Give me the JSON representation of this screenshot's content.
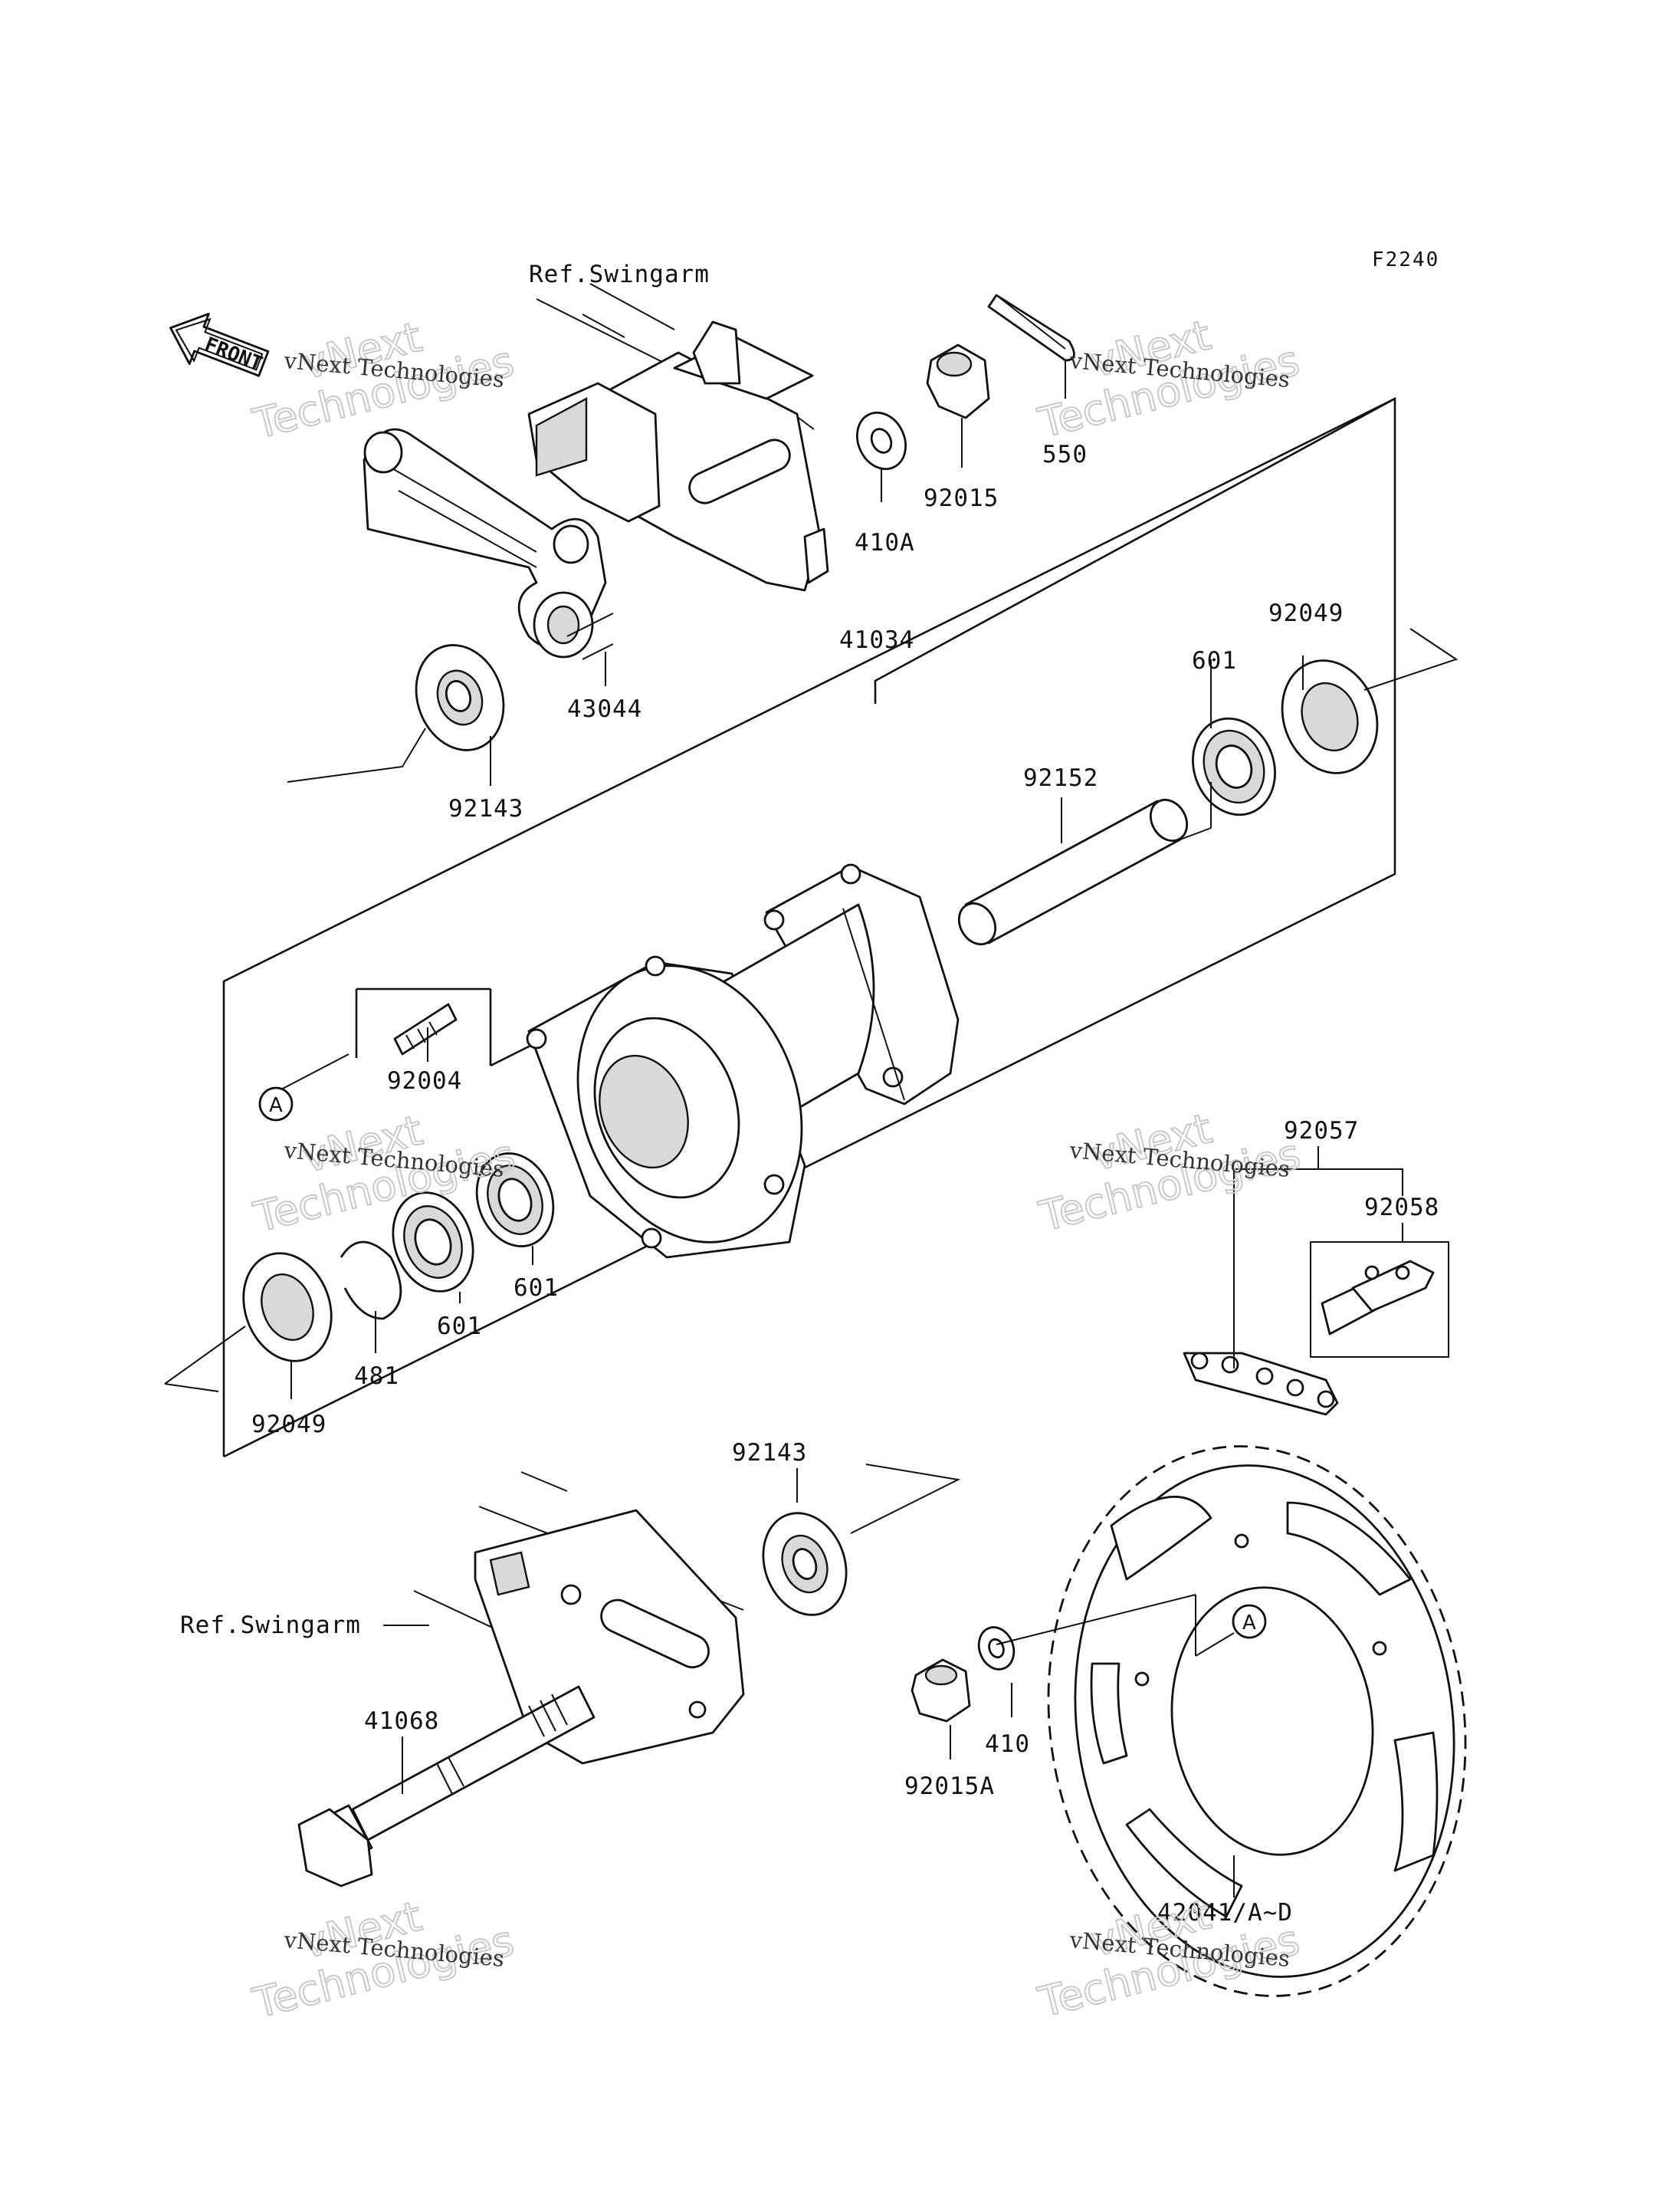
{
  "figure_code": "F2240",
  "front_arrow_label": "FRONT",
  "ref_labels": {
    "top": "Ref.Swingarm",
    "bottom": "Ref.Swingarm"
  },
  "parts": {
    "p550": "550",
    "p92015": "92015",
    "p410A": "410A",
    "p41034": "41034",
    "p92049_top": "92049",
    "p601_top": "601",
    "p43044": "43044",
    "p92143_top": "92143",
    "p92152": "92152",
    "p92004": "92004",
    "p601_a": "601",
    "p601_b": "601",
    "p481": "481",
    "p92049_bottom": "92049",
    "p92057": "92057",
    "p92058": "92058",
    "p92143_bottom": "92143",
    "p41068": "41068",
    "p410": "410",
    "p92015A": "92015A",
    "p42041": "42041/A~D"
  },
  "circle_markers": {
    "left": "A",
    "sprocket": "A"
  },
  "watermark": {
    "company": "vNext Technologies",
    "line1": "vNext",
    "line2": "Technologies"
  }
}
